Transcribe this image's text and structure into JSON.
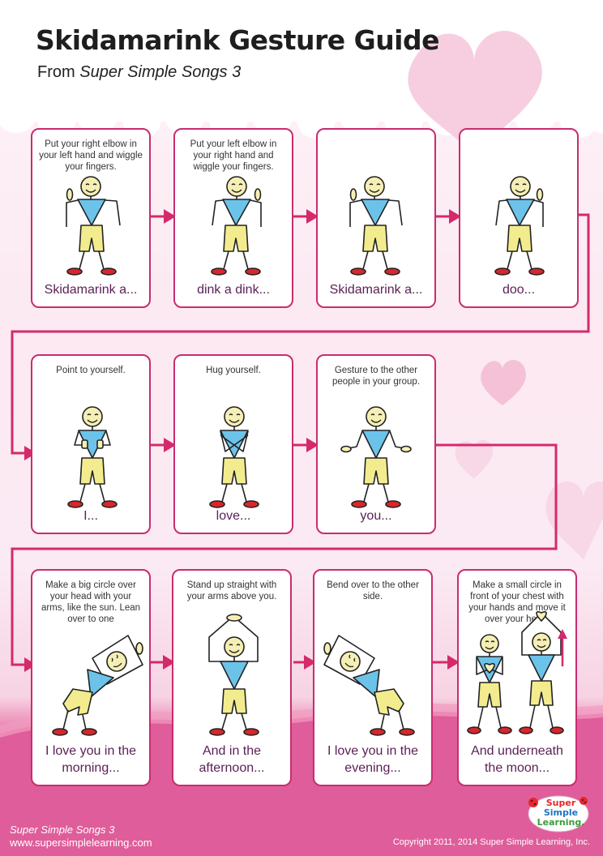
{
  "header": {
    "title": "Skidamarink Gesture Guide",
    "subtitle_prefix": "From",
    "subtitle_italic": "Super Simple Songs 3"
  },
  "cards": [
    {
      "instruction": "Put your right elbow in your left hand and wiggle your fingers.",
      "lyric": "Skidamarink a..."
    },
    {
      "instruction": "Put your left elbow in your right hand and wiggle your fingers.",
      "lyric": "dink a dink..."
    },
    {
      "instruction": "",
      "lyric": "Skidamarink a..."
    },
    {
      "instruction": "",
      "lyric": "doo..."
    },
    {
      "instruction": "Point to yourself.",
      "lyric": "I..."
    },
    {
      "instruction": "Hug yourself.",
      "lyric": "love..."
    },
    {
      "instruction": "Gesture to the other people in your group.",
      "lyric": "you..."
    },
    {
      "instruction": "Make a big circle over your head with your arms, like the sun. Lean over to one",
      "lyric": "I love you in the morning..."
    },
    {
      "instruction": "Stand up straight with your arms above you.",
      "lyric": "And in the afternoon..."
    },
    {
      "instruction": "Bend over to the other side.",
      "lyric": "I love you in the evening..."
    },
    {
      "instruction": "Make a small circle in front of your chest with your hands and move it over your head.",
      "lyric": "And underneath the moon..."
    }
  ],
  "footer": {
    "series": "Super Simple Songs 3",
    "website": "www.supersimplelearning.com",
    "copyright": "Copyright 2011, 2014 Super Simple Learning, Inc."
  },
  "logo": {
    "line1": "Super",
    "line2": "Simple",
    "line3": "Learning."
  },
  "colors": {
    "accent": "#d42a6b",
    "card_border": "#c92d6e",
    "lyric_text": "#5a1f54",
    "shirt": "#6cc3ea",
    "shorts": "#f3ec8e",
    "shoes": "#d8262b",
    "face": "#f6efb4"
  }
}
